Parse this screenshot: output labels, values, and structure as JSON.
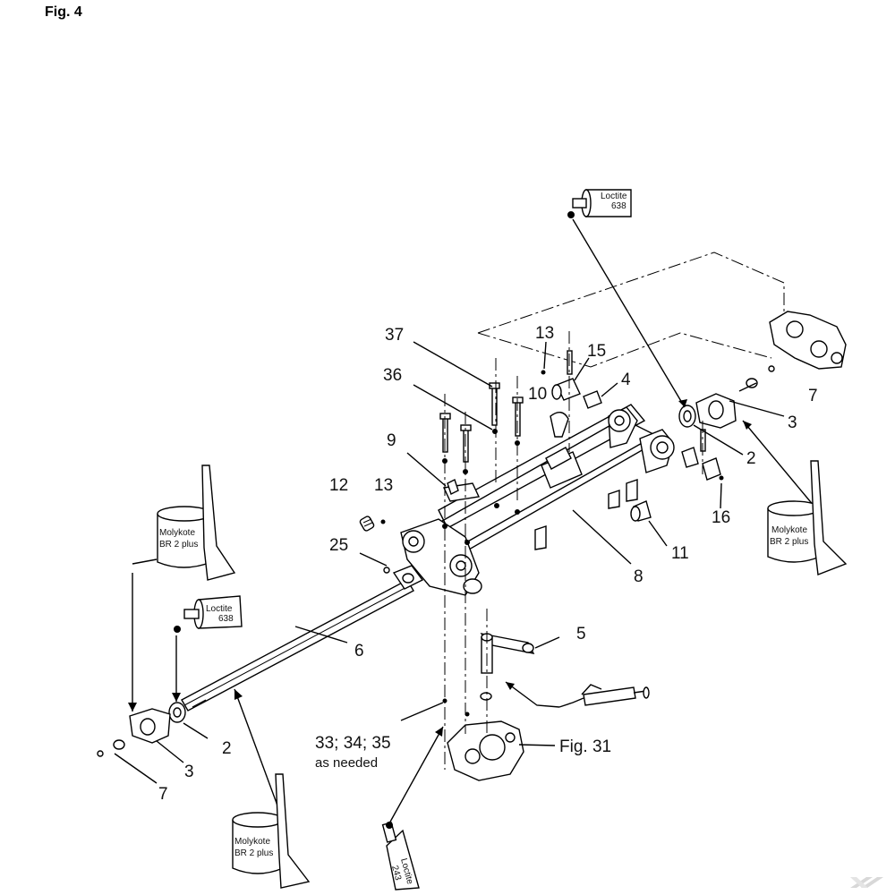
{
  "figure_title": "Fig. 4",
  "callouts": {
    "c37": "37",
    "c13a": "13",
    "c15": "15",
    "c36": "36",
    "c10": "10",
    "c4": "4",
    "c9": "9",
    "c12": "12",
    "c13b": "13",
    "c25": "25",
    "c7a": "7",
    "c3a": "3",
    "c2a": "2",
    "c16": "16",
    "c11": "11",
    "c8": "8",
    "c6": "6",
    "c5": "5",
    "c2b": "2",
    "c3b": "3",
    "c7b": "7",
    "c33": "33; 34; 35",
    "as_needed": "as needed",
    "fig31": "Fig. 31"
  },
  "labels": {
    "loctite_top": "Loctite",
    "loctite_top_num": "638",
    "loctite_left": "Loctite",
    "loctite_left_num": "638",
    "loctite_bottom": "Loctite",
    "loctite_bottom_num": "243",
    "molykote_left_1": "Molykote",
    "molykote_left_2": "BR 2 plus",
    "molykote_right_1": "Molykote",
    "molykote_right_2": "BR 2 plus",
    "molykote_bottom_1": "Molykote",
    "molykote_bottom_2": "BR 2 plus"
  },
  "icons": [
    "grease-gun-icon",
    "brush-icon",
    "tube-icon",
    "container-icon",
    "watermark-logo-icon"
  ]
}
